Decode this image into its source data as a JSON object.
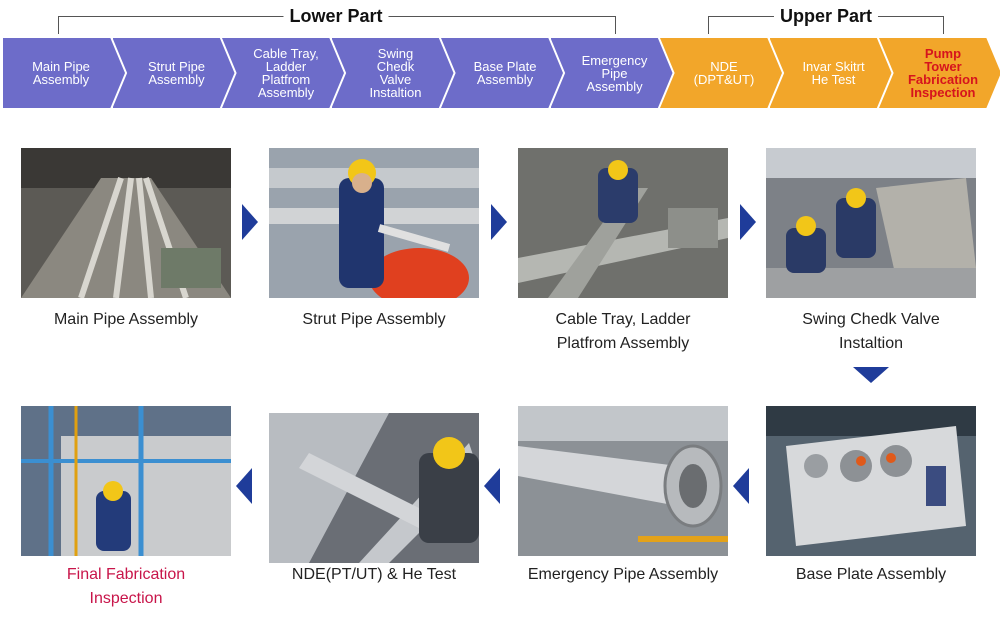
{
  "groups": {
    "lower": "Lower Part",
    "upper": "Upper Part"
  },
  "chevrons": [
    {
      "label": "Main Pipe\nAssembly",
      "color": "purple"
    },
    {
      "label": "Strut Pipe\nAssembly",
      "color": "purple"
    },
    {
      "label": "Cable Tray,\nLadder\nPlatfrom\nAssembly",
      "color": "purple"
    },
    {
      "label": "Swing\nChedk\nValve\nInstaltion",
      "color": "purple"
    },
    {
      "label": "Base Plate\nAssembly",
      "color": "purple"
    },
    {
      "label": "Emergency\nPipe\nAssembly",
      "color": "purple"
    },
    {
      "label": "NDE\n(DPT&UT)",
      "color": "orange"
    },
    {
      "label": "Invar Skitrt\nHe Test",
      "color": "orange"
    },
    {
      "label": "Pump\nTower\nFabrication\nInspection",
      "color": "orange",
      "highlight": true
    }
  ],
  "steps": [
    {
      "caption": "Main Pipe Assembly"
    },
    {
      "caption": "Strut Pipe Assembly"
    },
    {
      "caption": "Cable Tray, Ladder\nPlatfrom Assembly"
    },
    {
      "caption": "Swing Chedk Valve\nInstaltion"
    },
    {
      "caption": "Base Plate Assembly"
    },
    {
      "caption": "Emergency Pipe Assembly"
    },
    {
      "caption": "NDE(PT/UT) & He Test"
    },
    {
      "caption": "Final Fabrication\nInspection",
      "highlight": true
    }
  ],
  "colors": {
    "purple": "#6d6cc9",
    "orange": "#f2a62a",
    "highlight_red": "#d6141d",
    "caption_highlight": "#c8154a",
    "arrow": "#1f3c9a"
  }
}
